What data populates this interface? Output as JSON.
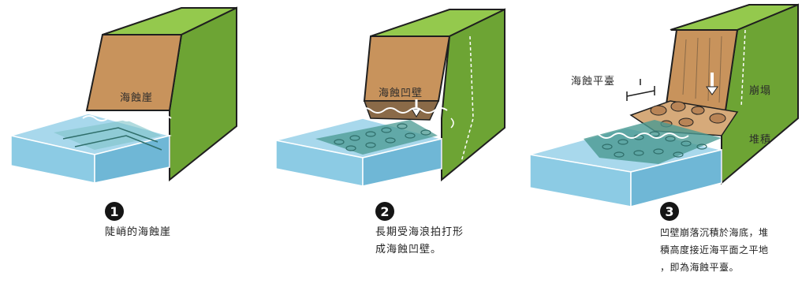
{
  "colors": {
    "cliff_face": "#c8935c",
    "cliff_top": "#94c94d",
    "cliff_side": "#6da434",
    "water": "#a8d8ec",
    "water_dark": "#6fb7d6",
    "platform": "#4a9a92",
    "platform_dark": "#2f6e6a",
    "debris": "#d6aa7a",
    "outline": "#1f1f1f"
  },
  "panels": [
    {
      "number": "1",
      "caption": "陡峭的海蝕崖",
      "labels": {
        "cliff": "海蝕崖"
      }
    },
    {
      "number": "2",
      "caption": "長期受海浪拍打形\n成海蝕凹壁。",
      "labels": {
        "notch": "海蝕凹壁"
      }
    },
    {
      "number": "3",
      "caption": "凹壁崩落沉積於海底，堆\n積高度接近海平面之平地\n，即為海蝕平臺。",
      "labels": {
        "platform": "海蝕平臺",
        "collapse": "崩塌",
        "deposit": "堆積"
      }
    }
  ]
}
